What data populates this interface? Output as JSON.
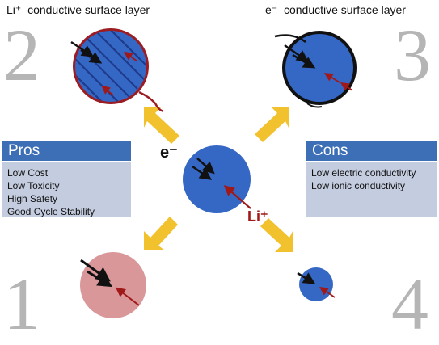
{
  "top_left_title": "Li⁺–conductive surface layer",
  "top_right_title": "e⁻–conductive surface layer",
  "numbers": {
    "n1": "1",
    "n2": "2",
    "n3": "3",
    "n4": "4"
  },
  "center": {
    "electron_label": "e⁻",
    "lithium_label": "Li⁺"
  },
  "pros": {
    "title": "Pros",
    "items": [
      "Low Cost",
      "Low Toxicity",
      "High Safety",
      "Good Cycle Stability"
    ]
  },
  "cons": {
    "title": "Cons",
    "items": [
      "Low electric conductivity",
      "Low ionic conductivity"
    ]
  },
  "colors": {
    "particle_blue": "#3567c4",
    "hatch_blue": "#1e3a8a",
    "shell_red": "#9b1c22",
    "pink_particle": "#d9979a",
    "arrow_yellow": "#f2c12e",
    "panel_header": "#3d6fb6",
    "panel_body": "#c4cde0",
    "number_gray": "#b5b5b5",
    "li_red": "#a01818"
  }
}
